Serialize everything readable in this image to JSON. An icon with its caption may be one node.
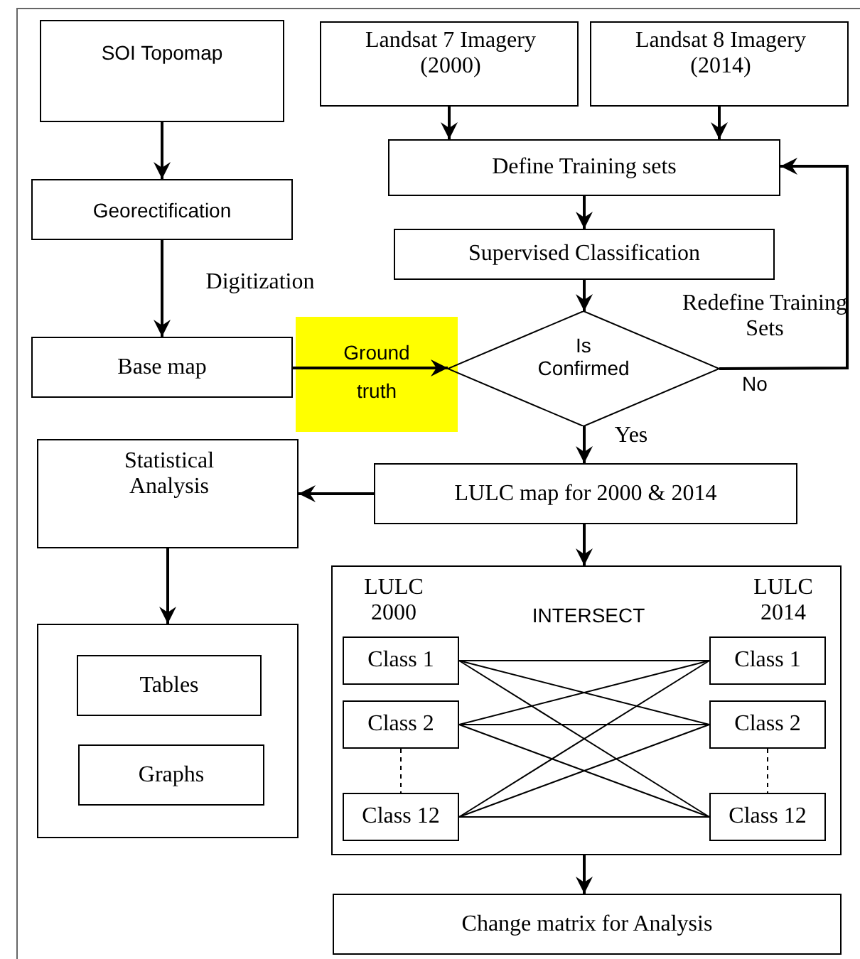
{
  "diagram": {
    "nodes": [
      {
        "text": [
          "SOI Topomap"
        ]
      },
      {
        "text": [
          "Landsat 7 Imagery (2000)"
        ]
      },
      {
        "text": [
          "Landsat 8 Imagery (2014)"
        ]
      },
      {
        "text": [
          "Georectification"
        ]
      },
      {
        "text": [
          "Define Training sets"
        ]
      },
      {
        "text": [
          "Supervised Classification"
        ]
      },
      {
        "text": [
          "Base map"
        ]
      },
      {
        "text": [
          "Is Confirmed"
        ]
      },
      {
        "text": [
          "Statistical Analysis"
        ]
      },
      {
        "text": [
          "LULC map for 2000 & 2014"
        ]
      },
      {
        "text": [],
        "shape": "box"
      },
      {
        "text": [
          "Tables"
        ],
        "in": 10
      },
      {
        "text": [
          "Graphs"
        ],
        "in": 10
      },
      {
        "text": [
          "LULC 2000",
          "INTERSECT",
          "LULC 2014"
        ]
      },
      {
        "text": [
          "Class 1"
        ],
        "in": 13
      },
      {
        "text": [
          "Class 2"
        ],
        "in": 13
      },
      {
        "text": [
          "Class 12"
        ],
        "in": 13
      },
      {
        "text": [
          "Class 1"
        ],
        "in": 13
      },
      {
        "text": [
          "Class 2"
        ],
        "in": 13
      },
      {
        "text": [
          "Class 12"
        ],
        "in": 13
      },
      {
        "text": [
          "Change matrix for Analysis"
        ]
      }
    ],
    "edges": [
      {
        "from": 0,
        "to": 3,
        "arrow": "to"
      },
      {
        "from": 3,
        "to": 6,
        "arrow": "to",
        "label": "Digitization"
      },
      {
        "from": 1,
        "to": 4,
        "arrow": "to"
      },
      {
        "from": 2,
        "to": 4,
        "arrow": "to"
      },
      {
        "from": 4,
        "to": 5,
        "arrow": "to"
      },
      {
        "from": 5,
        "to": 7,
        "arrow": "to"
      },
      {
        "from": 6,
        "to": 7,
        "arrow": "to",
        "label": "Ground truth"
      },
      {
        "from": 7,
        "to": 4,
        "arrow": "to",
        "label": "Redefine Training Sets"
      },
      {
        "from": 7,
        "to": 9,
        "arrow": "to",
        "label": "Yes"
      },
      {
        "from": 9,
        "to": 8,
        "arrow": "to"
      },
      {
        "from": 8,
        "to": 10,
        "arrow": "to"
      },
      {
        "from": 9,
        "to": 13,
        "arrow": "to"
      },
      {
        "from": 13,
        "to": 20,
        "arrow": "to"
      },
      {
        "from": 14,
        "to": 17,
        "arrow": "none"
      },
      {
        "from": 14,
        "to": 18,
        "arrow": "none"
      },
      {
        "from": 14,
        "to": 19,
        "arrow": "none"
      },
      {
        "from": 15,
        "to": 17,
        "arrow": "none"
      },
      {
        "from": 15,
        "to": 18,
        "arrow": "none"
      },
      {
        "from": 15,
        "to": 19,
        "arrow": "none"
      },
      {
        "from": 16,
        "to": 17,
        "arrow": "none"
      },
      {
        "from": 16,
        "to": 18,
        "arrow": "none"
      },
      {
        "from": 16,
        "to": 19,
        "arrow": "none"
      },
      {
        "from": 15,
        "to": 16,
        "arrow": "none",
        "style": "dashed"
      },
      {
        "from": 18,
        "to": 19,
        "arrow": "none",
        "style": "dashed"
      }
    ],
    "labels": [
      "No"
    ]
  }
}
